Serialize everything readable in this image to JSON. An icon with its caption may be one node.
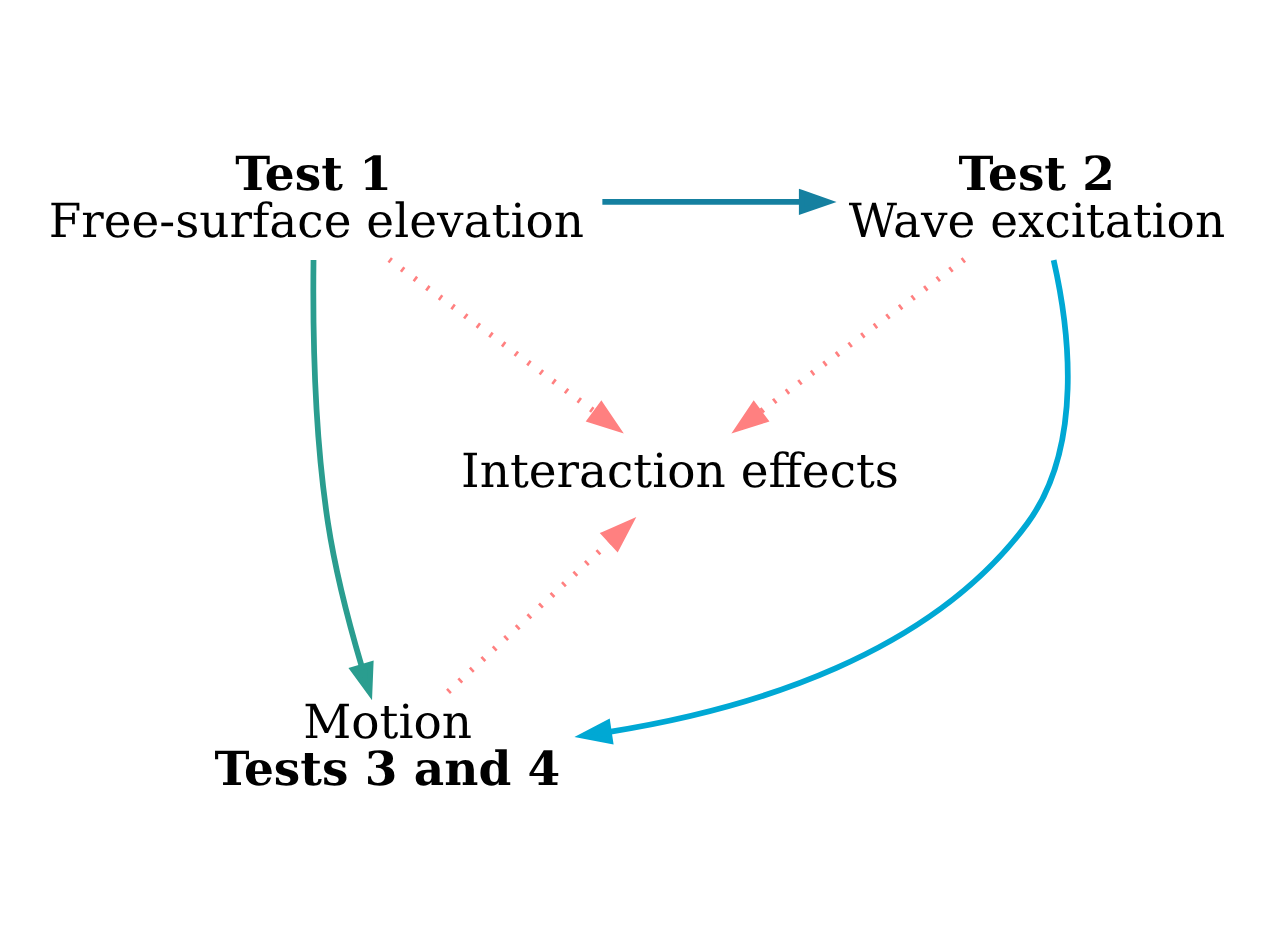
{
  "diagram": {
    "nodes": [
      {
        "text": [
          "Test 1",
          "Free-surface elevation"
        ]
      },
      {
        "text": [
          "Test 2",
          "Wave excitation"
        ]
      },
      {
        "text": [
          "Interaction effects"
        ]
      },
      {
        "text": [
          "Motion",
          "Tests 3 and 4"
        ]
      }
    ],
    "edges": [
      {
        "from": 0,
        "to": 1,
        "arrow": "to",
        "color": "#1580a0"
      },
      {
        "from": 0,
        "to": 2,
        "arrow": "to",
        "style": "dashed",
        "color": "#ff8080"
      },
      {
        "from": 1,
        "to": 2,
        "arrow": "to",
        "style": "dashed",
        "color": "#ff8080"
      },
      {
        "from": 0,
        "to": 3,
        "arrow": "to",
        "color": "#2a9d8f"
      },
      {
        "from": 1,
        "to": 3,
        "arrow": "to",
        "color": "#00a8d4"
      },
      {
        "from": 3,
        "to": 2,
        "arrow": "to",
        "style": "dashed",
        "color": "#ff8080"
      }
    ]
  }
}
